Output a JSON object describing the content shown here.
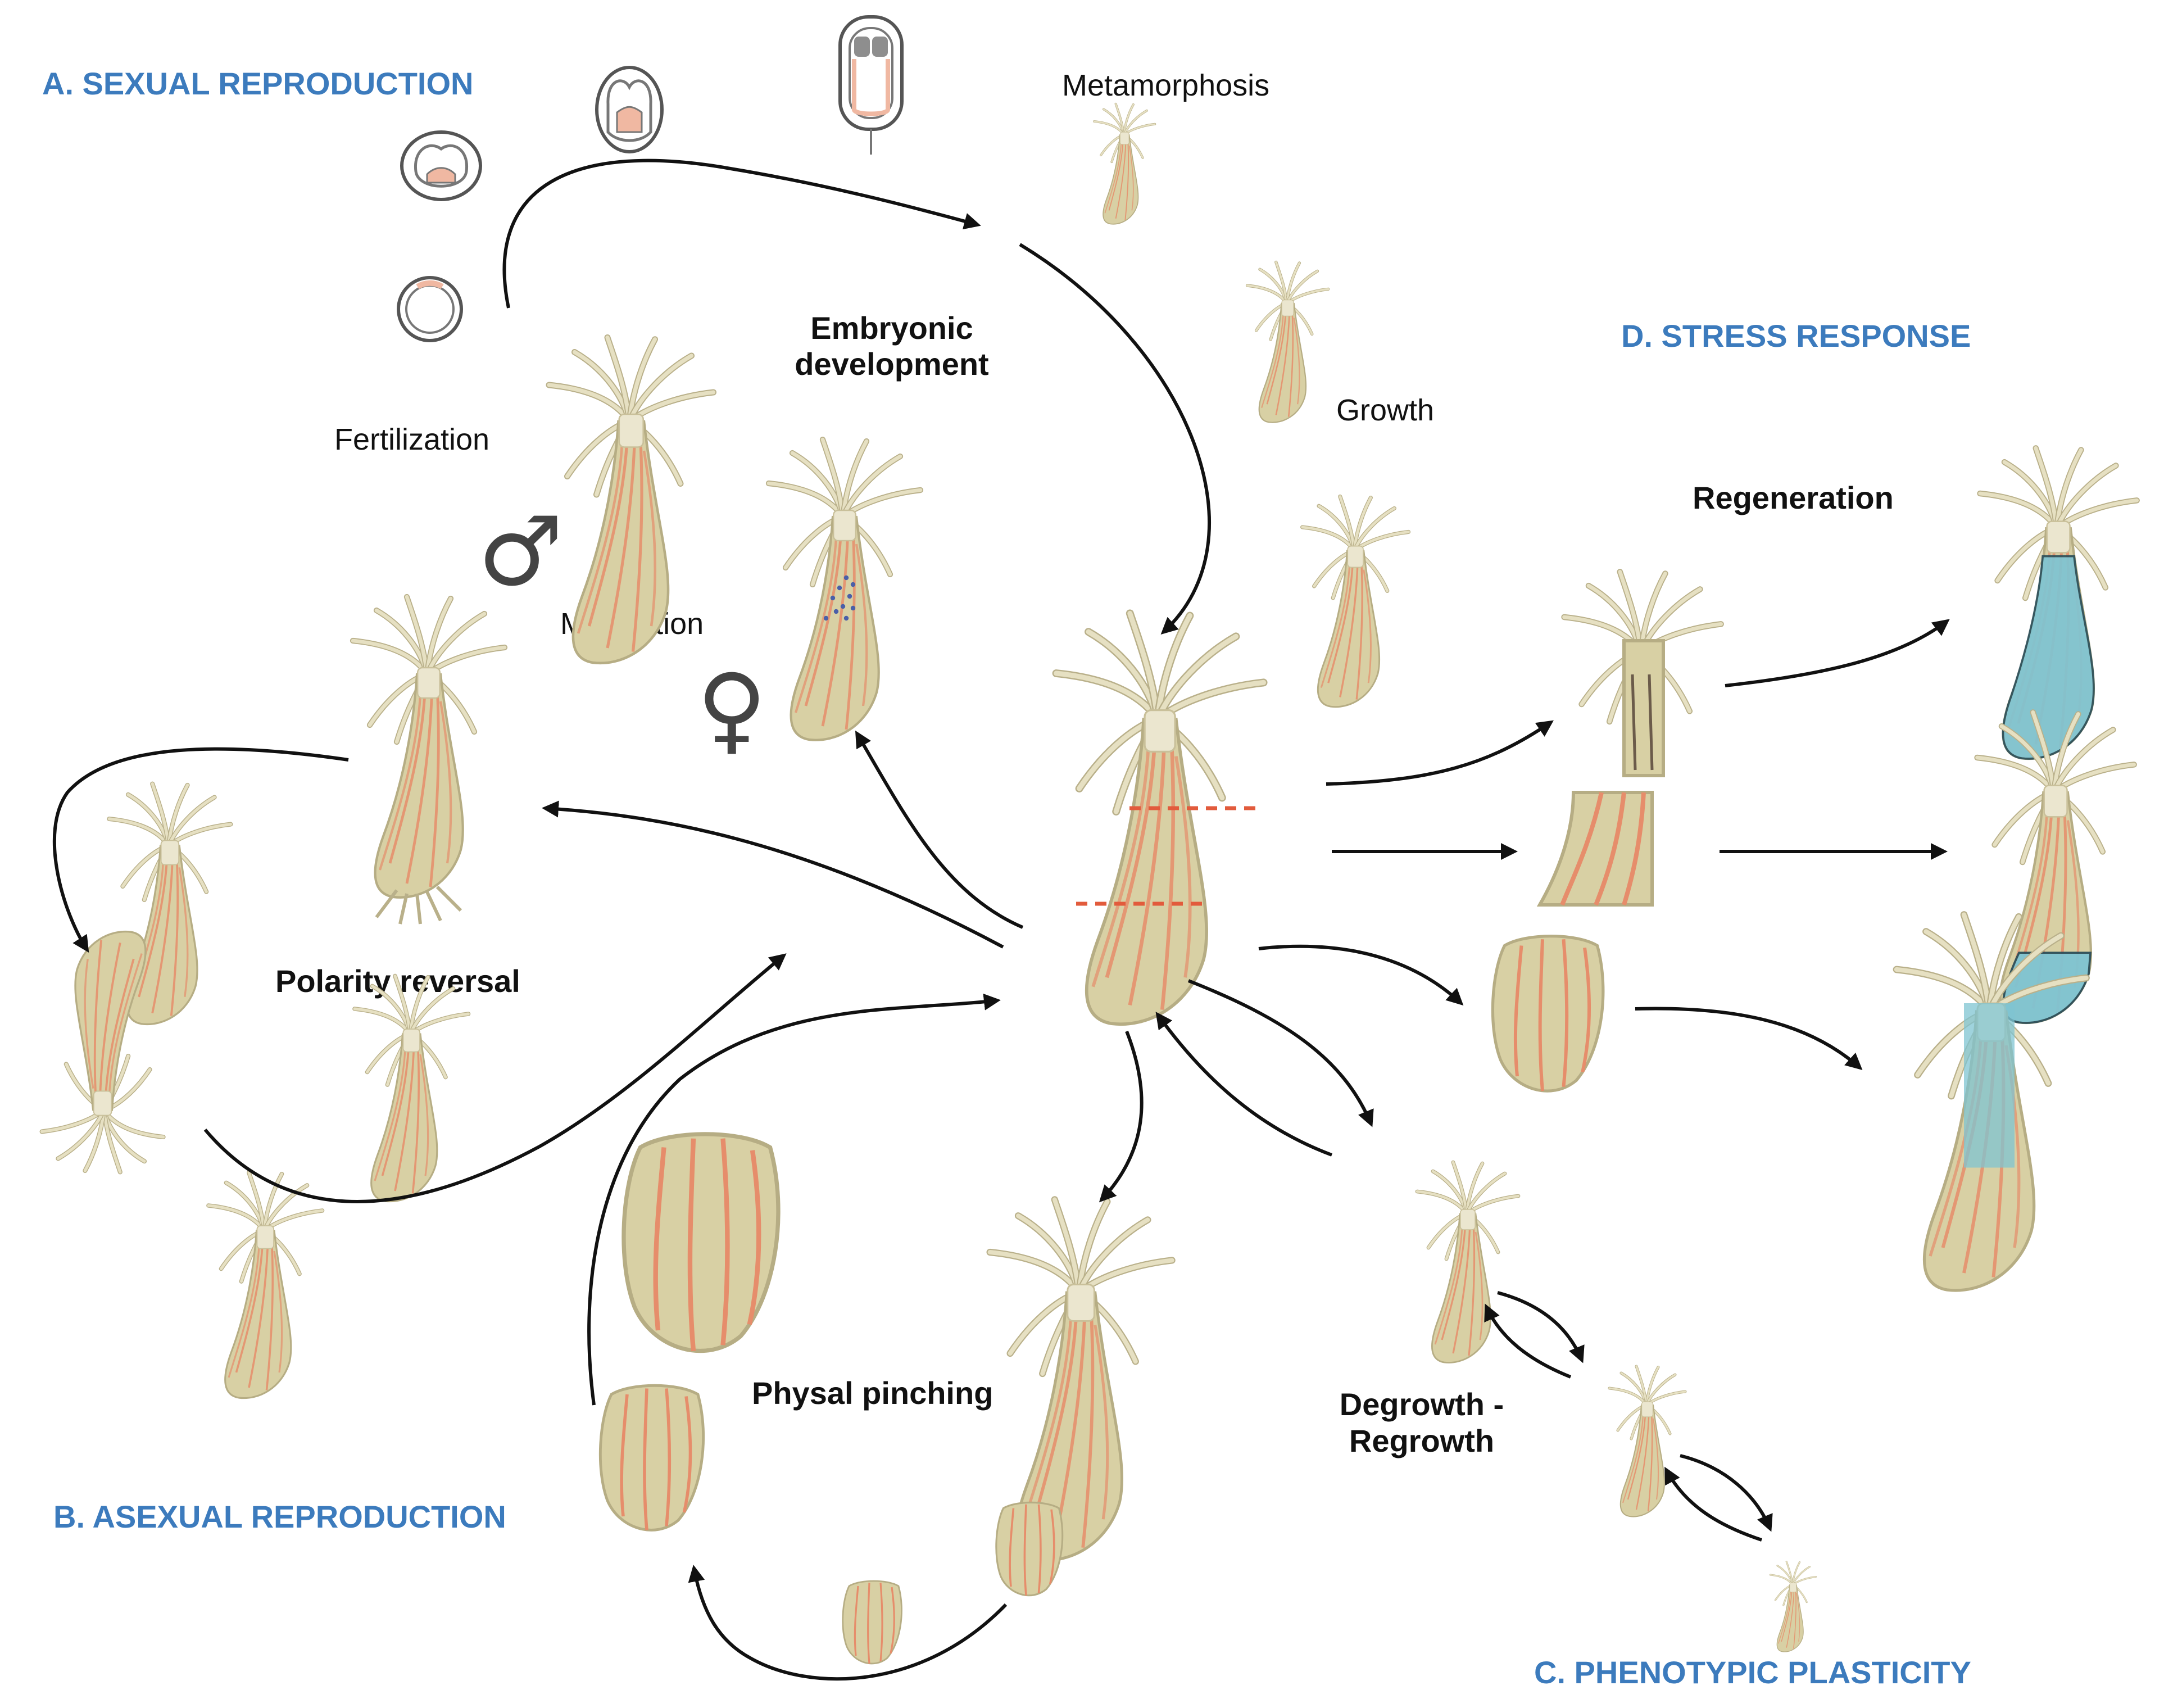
{
  "sections": {
    "sexual": "A. SEXUAL REPRODUCTION",
    "asexual": "B. ASEXUAL REPRODUCTION",
    "plasticity": "C. PHENOTYPIC PLASTICITY",
    "stress": "D. STRESS RESPONSE"
  },
  "labels": {
    "fertilization": "Fertilization",
    "embryonic_1": "Embryonic",
    "embryonic_2": "development",
    "metamorphosis": "Metamorphosis",
    "growth": "Growth",
    "maturation": "Maturation",
    "regeneration": "Regeneration",
    "polarity_reversal": "Polarity reversal",
    "physal_pinching": "Physal pinching",
    "degrowth_1": "Degrowth -",
    "degrowth_2": "Regrowth"
  },
  "symbols": {
    "male": "♂",
    "female": "♀"
  },
  "colors": {
    "section_title": "#3c7bbd",
    "body": "#d8d0a4",
    "body_outline": "#b6ad84",
    "tentacle": "#e6e0c2",
    "endoderm": "#e68d6b",
    "regenerated": "#7fc4d2",
    "cut_line": "#e25b3c",
    "eggs": "#4a5fa8",
    "arrow": "#111111"
  }
}
